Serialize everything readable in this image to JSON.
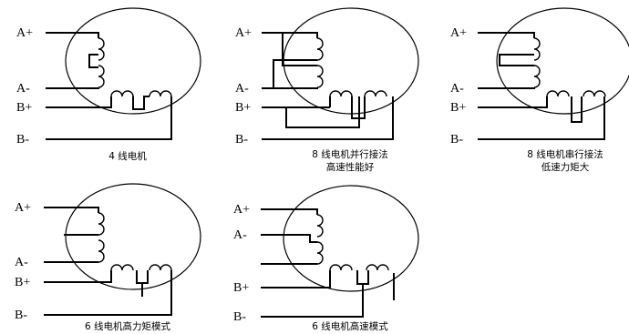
{
  "labels": {
    "a_plus": "A+",
    "a_minus": "A-",
    "b_plus": "B+",
    "b_minus": "B-"
  },
  "diagrams": [
    {
      "caption": "4 线电机",
      "caption2": ""
    },
    {
      "caption": "8 线电机并行接法",
      "caption2": "高速性能好"
    },
    {
      "caption": "8 线电机串行接法",
      "caption2": "低速力矩大"
    },
    {
      "caption": "6 线电机高力矩模式",
      "caption2": ""
    },
    {
      "caption": "6 线电机高速模式",
      "caption2": ""
    }
  ]
}
